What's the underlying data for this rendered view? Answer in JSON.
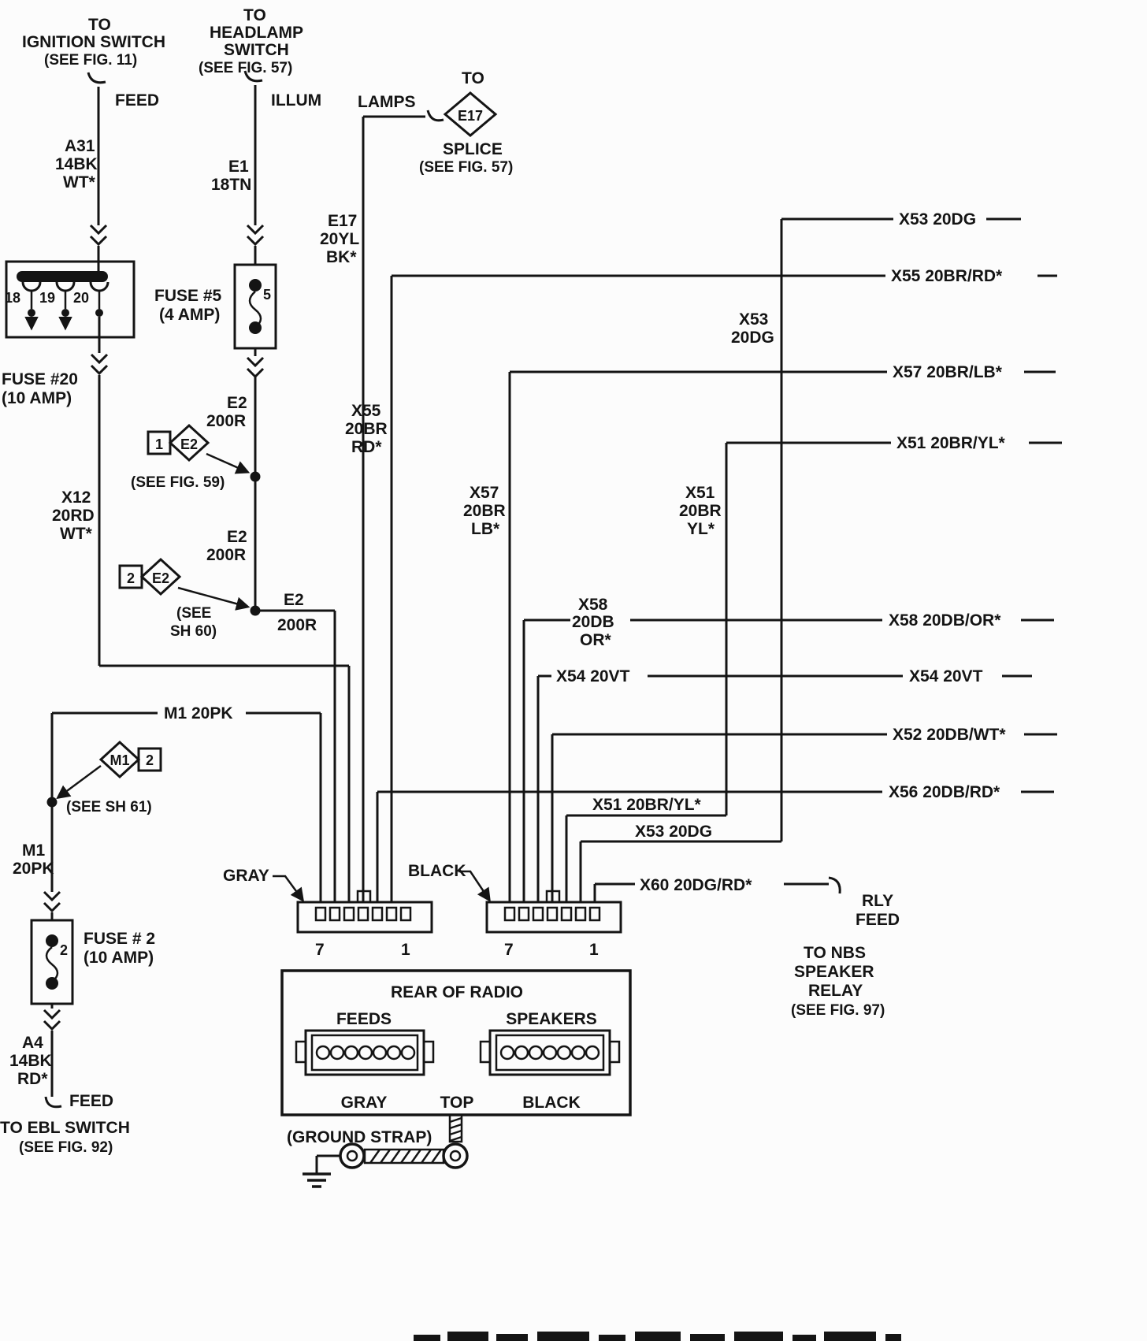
{
  "colors": {
    "ink": "#141414",
    "paper": "#fcfcfc"
  },
  "ignition": {
    "to1": "TO",
    "to2": "IGNITION SWITCH",
    "ref": "(SEE FIG. 11)",
    "feed": "FEED",
    "wire1": "A31",
    "wire2": "14BK",
    "wire3": "WT*",
    "t18": "18",
    "t19": "19",
    "t20": "20",
    "fuse_name": "FUSE #20",
    "fuse_rating": "(10 AMP)",
    "out1": "X12",
    "out2": "20RD",
    "out3": "WT*"
  },
  "illum": {
    "to1": "TO",
    "to2": "HEADLAMP",
    "to3": "SWITCH",
    "ref": "(SEE FIG. 57)",
    "label": "ILLUM",
    "wire1": "E1",
    "wire2": "18TN",
    "fuse_name": "FUSE #5",
    "fuse_rating": "(4 AMP)",
    "fuse_num": "5",
    "seg1a": "E2",
    "seg1b": "200R",
    "sp1_num": "1",
    "sp1_code": "E2",
    "sp1_ref": "(SEE FIG. 59)",
    "seg2a": "E2",
    "seg2b": "200R",
    "sp2_num": "2",
    "sp2_code": "E2",
    "sp2_ref1": "(SEE",
    "sp2_ref2": "SH 60)",
    "seg3a": "E2",
    "seg3b": "200R"
  },
  "lamps": {
    "label": "LAMPS",
    "to": "TO",
    "code": "E17",
    "splice": "SPLICE",
    "ref": "(SEE FIG. 57)",
    "wire1": "E17",
    "wire2": "20YL",
    "wire3": "BK*"
  },
  "right": {
    "x53": "X53 20DG",
    "x55": "X55 20BR/RD*",
    "x57": "X57 20BR/LB*",
    "x51": "X51 20BR/YL*",
    "x58": "X58 20DB/OR*",
    "x54l": "X54 20VT",
    "x54r": "X54 20VT",
    "x52": "X52 20DB/WT*",
    "x56": "X56 20DB/RD*"
  },
  "stacks": {
    "x53a": "X53",
    "x53b": "20DG",
    "x55a": "X55",
    "x55b": "20BR",
    "x55c": "RD*",
    "x57a": "X57",
    "x57b": "20BR",
    "x57c": "LB*",
    "x51a": "X51",
    "x51b": "20BR",
    "x51c": "YL*",
    "x58a": "X58",
    "x58b": "20DB",
    "x58c": "OR*"
  },
  "m1": {
    "label": "M1 20PK",
    "sp_code": "M1",
    "sp_num": "2",
    "sp_ref": "(SEE SH 61)",
    "wire1": "M1",
    "wire2": "20PK",
    "fuse_name": "FUSE # 2",
    "fuse_rating": "(10 AMP)",
    "fuse_num": "2",
    "out1": "A4",
    "out2": "14BK",
    "out3": "RD*",
    "feed": "FEED",
    "to": "TO EBL SWITCH",
    "ref": "(SEE FIG. 92)"
  },
  "conn": {
    "gray": "GRAY",
    "black": "BLACK",
    "gray_p7": "7",
    "gray_p1": "1",
    "black_p7": "7",
    "black_p1": "1",
    "x51_tag": "X51 20BR/YL*",
    "x53_tag": "X53 20DG",
    "x60_tag": "X60 20DG/RD*",
    "rly1": "RLY",
    "rly2": "FEED",
    "nbs1": "TO NBS",
    "nbs2": "SPEAKER",
    "nbs3": "RELAY",
    "nbs4": "(SEE FIG. 97)"
  },
  "radio": {
    "title": "REAR OF RADIO",
    "feeds": "FEEDS",
    "speakers": "SPEAKERS",
    "gray": "GRAY",
    "top": "TOP",
    "black": "BLACK",
    "ground": "(GROUND STRAP)"
  }
}
